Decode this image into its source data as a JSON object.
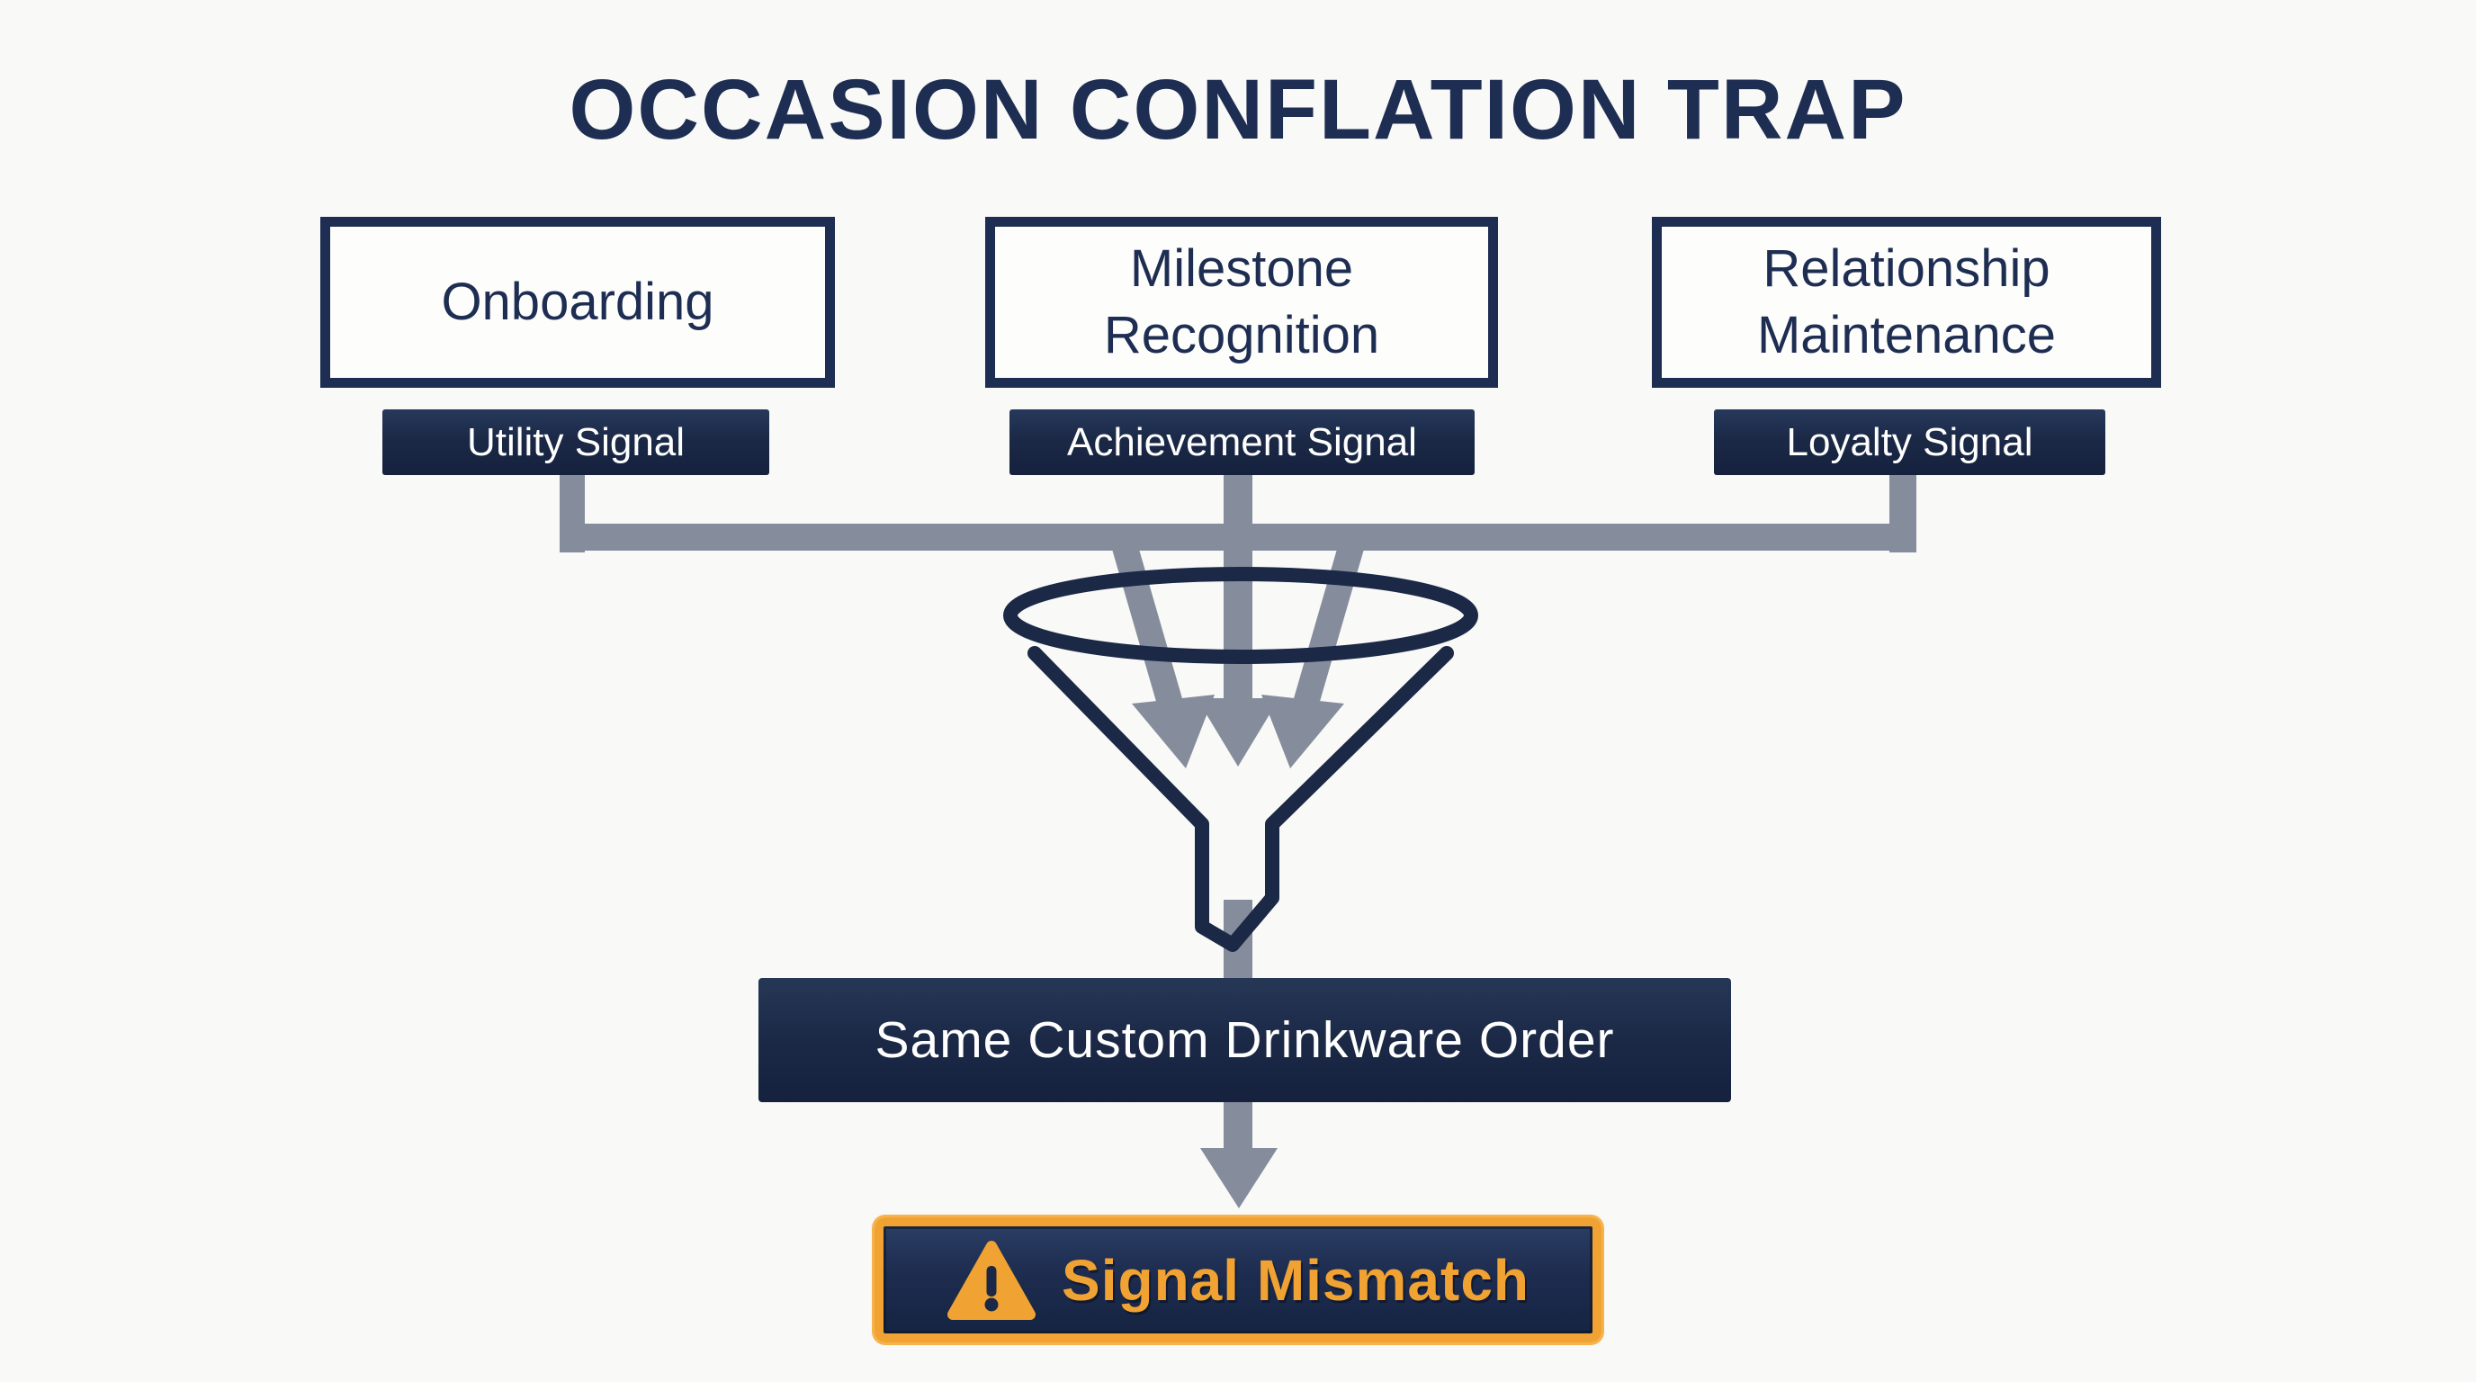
{
  "title": "OCCASION CONFLATION TRAP",
  "columns": [
    {
      "box_label": "Onboarding",
      "badge_label": "Utility Signal"
    },
    {
      "box_label": "Milestone Recognition",
      "badge_label": "Achievement Signal"
    },
    {
      "box_label": "Relationship Maintenance",
      "badge_label": "Loyalty Signal"
    }
  ],
  "output_box": {
    "label": "Same Custom Drinkware Order"
  },
  "warning_box": {
    "label": "Signal Mismatch",
    "icon": "warning-triangle-icon"
  },
  "icons": {
    "funnel": "funnel-icon",
    "flow_arrows": "arrow-down-icon",
    "warning": "warning-triangle-icon"
  },
  "colors": {
    "background": "#f9f9f7",
    "navy": "#1e2d52",
    "navy_dark": "#15213d",
    "gray_connector": "#858d9d",
    "orange": "#f0a232",
    "orange_light": "#f7b34a",
    "white": "#ffffff",
    "box_fill": "#fdfdfc"
  }
}
